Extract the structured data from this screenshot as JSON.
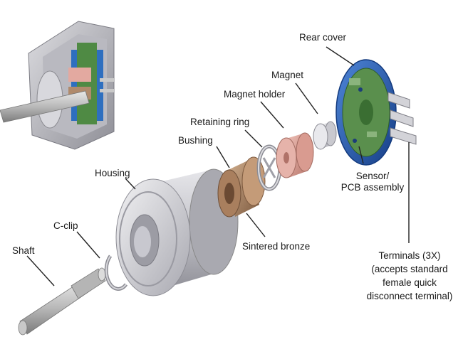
{
  "labels": {
    "rear_cover": "Rear cover",
    "magnet": "Magnet",
    "magnet_holder": "Magnet holder",
    "retaining_ring": "Retaining ring",
    "bushing": "Bushing",
    "housing": "Housing",
    "c_clip": "C-clip",
    "shaft": "Shaft",
    "sintered_bronze": "Sintered bronze",
    "sensor_line1": "Sensor/",
    "sensor_line2": "PCB assembly",
    "terminals_line1": "Terminals (3X)",
    "terminals_line2": "(accepts standard",
    "terminals_line3": "female quick",
    "terminals_line4": "disconnect terminal)"
  },
  "colors": {
    "housing": "#c9c9cf",
    "bushing": "#b08a6c",
    "magnet_holder": "#e0a9a0",
    "rear_cover": "#2b5fb3",
    "pcb": "#4f8a44",
    "leader": "#222222"
  }
}
